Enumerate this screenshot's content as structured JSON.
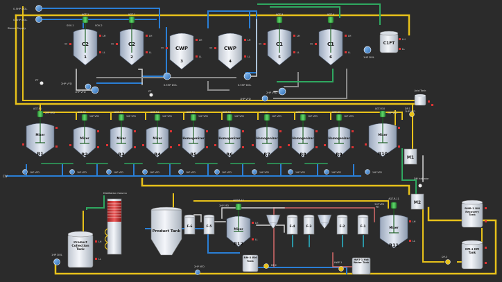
{
  "meta": {
    "screen": "Process plant SCADA overview"
  },
  "colors": {
    "background": "#2b2b2b",
    "hot_water_pipe": "#e8c21a",
    "cold_water_pipe": "#2a7fd6",
    "white_pipe": "#d8d8d8",
    "gray_pipe": "#8a8a8a",
    "green_pipe": "#2fa860",
    "agitator": "#3cb043",
    "pump": "#4a8fd4",
    "yellow_pump": "#e8c21a",
    "valve_red": "#d33",
    "tank_body": "#e8ecf2"
  },
  "top_pumps": [
    {
      "label": "0.5HP DOL",
      "icon": "pump-icon"
    },
    {
      "label": "0.5HP DOL",
      "icon": "pump-icon"
    }
  ],
  "steam_supply": "Steam Supply",
  "reactors_top": [
    {
      "tag": "C2",
      "num": "1",
      "agt": "AGT-1",
      "sov1": "SOV-1",
      "sov2": "SOV-2",
      "lh": "LH",
      "ll": "LL",
      "tt": "TT"
    },
    {
      "tag": "C2",
      "num": "2",
      "agt": "AGT-1"
    },
    {
      "tag": "CWP",
      "num": "3",
      "pump": "0.5HP DOL"
    },
    {
      "tag": "CWP",
      "num": "4",
      "pump": "0.5HP DOL"
    },
    {
      "tag": "C1",
      "num": "5",
      "agt": "AGT-3"
    },
    {
      "tag": "C1",
      "num": "6",
      "agt": "AGT-4",
      "pump": "1HP DOL"
    }
  ],
  "c1ft": {
    "tag": "C1FT",
    "lh": "LH",
    "ll": "LL"
  },
  "vfd_labels": {
    "pump_2hp": "2HP VFD",
    "pump_1hp": "1HP VFD",
    "pump_3hp": "3HP VFD",
    "pt": "PT",
    "lh": "LH",
    "ll": "LL",
    "tt": "TT"
  },
  "mixers_row": [
    {
      "tag": "R1",
      "agt": "AGT-R1",
      "type": "Mixer",
      "motor": "2HP VFD"
    },
    {
      "tag": "R2",
      "agt": "AGT-R2",
      "type": "Mixer",
      "motor": "1HP VFD"
    },
    {
      "tag": "R3",
      "agt": "AGT-R3",
      "type": "Mixer",
      "motor": "1HP VFD"
    },
    {
      "tag": "R4",
      "agt": "AGT-R4",
      "type": "Mixer",
      "motor": "1HP VFD"
    },
    {
      "tag": "R5",
      "agt": "AGT-R5",
      "type": "Homogenizer",
      "motor": "1HP VFD"
    },
    {
      "tag": "R6",
      "agt": "AGT-R6",
      "type": "Homogenizer",
      "motor": "1HP VFD"
    },
    {
      "tag": "R7",
      "agt": "AGT-R7",
      "type": "Homogenizer",
      "motor": "1HP VFD"
    },
    {
      "tag": "R8",
      "agt": "AGT-R8",
      "type": "Homogenizer",
      "motor": "1HP VFD"
    },
    {
      "tag": "R9",
      "agt": "AGT-R9",
      "type": "Homogenizer",
      "motor": "1HP VFD"
    },
    {
      "tag": "R10",
      "agt": "AGT-R10",
      "type": "Mixer",
      "motor": "2HP VFD"
    }
  ],
  "acid_tank": {
    "label": "Acid Tank",
    "dp": "DP-1",
    "vfd": "1HP VFD"
  },
  "m1": "M1",
  "m2": "M2",
  "dm_indicator": "DM Indicator",
  "cw_label": "CW",
  "bottom": {
    "distillation": "Distillation Column",
    "product_collection": "Product Collection Tank",
    "product_tank": "Product Tank",
    "pump_dol": "1HP DOL",
    "f6": "F-6",
    "f5": "F-5",
    "f4": "F-4",
    "f3": "F-3",
    "f2": "F-2",
    "f1": "F-1",
    "r12": {
      "tag": "R12",
      "agt": "AGT-R-12",
      "type": "Mixer",
      "motor": "2HP VFD"
    },
    "r11": {
      "tag": "R11",
      "agt": "AGT-R-11",
      "type": "Mixer",
      "motor": "3HP VFD"
    },
    "rm2": "RM-2 RM Tank",
    "dp2": "DP-2",
    "hwt": "HWT-1 Hot Water Tank",
    "hvp": "HWP-1",
    "rmr": "RMR-1 RM Recovery Tank",
    "rm1": "RM-1 RM Tank",
    "dp3": "DP-3",
    "pm": "PH",
    "lh": "LH",
    "ll": "LL"
  }
}
